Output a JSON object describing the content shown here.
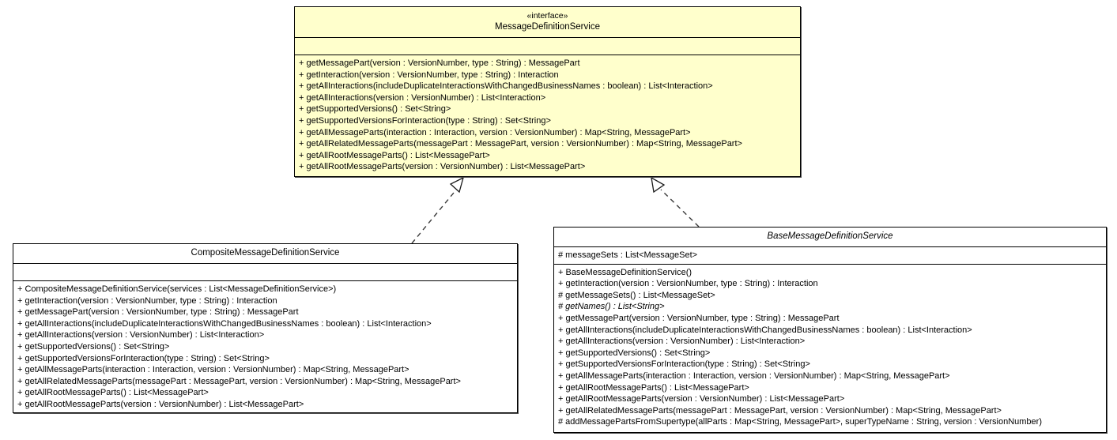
{
  "diagram": {
    "title": "MessageDefinitionService UML class diagram",
    "background": "#ffffff",
    "interface_fill": "#ffffcc",
    "border_color": "#000000",
    "shadow_color": "#4d4d4d",
    "line_style": "dashed",
    "arrow_head": "hollow-triangle",
    "relationship": "realization"
  },
  "interface": {
    "stereotype": "«interface»",
    "name": "MessageDefinitionService",
    "attributes": [],
    "operations": [
      {
        "text": "+ getMessagePart(version : VersionNumber, type : String) : MessagePart",
        "abstract": false
      },
      {
        "text": "+ getInteraction(version : VersionNumber, type : String) : Interaction",
        "abstract": false
      },
      {
        "text": "+ getAllInteractions(includeDuplicateInteractionsWithChangedBusinessNames : boolean) : List<Interaction>",
        "abstract": false
      },
      {
        "text": "+ getAllInteractions(version : VersionNumber) : List<Interaction>",
        "abstract": false
      },
      {
        "text": "+ getSupportedVersions() : Set<String>",
        "abstract": false
      },
      {
        "text": "+ getSupportedVersionsForInteraction(type : String) : Set<String>",
        "abstract": false
      },
      {
        "text": "+ getAllMessageParts(interaction : Interaction, version : VersionNumber) : Map<String, MessagePart>",
        "abstract": false
      },
      {
        "text": "+ getAllRelatedMessageParts(messagePart : MessagePart, version : VersionNumber) : Map<String, MessagePart>",
        "abstract": false
      },
      {
        "text": "+ getAllRootMessageParts() : List<MessagePart>",
        "abstract": false
      },
      {
        "text": "+ getAllRootMessageParts(version : VersionNumber) : List<MessagePart>",
        "abstract": false
      }
    ]
  },
  "composite_class": {
    "stereotype": "",
    "name": "CompositeMessageDefinitionService",
    "abstract": false,
    "attributes": [],
    "operations": [
      {
        "text": "+ CompositeMessageDefinitionService(services : List<MessageDefinitionService>)",
        "abstract": false
      },
      {
        "text": "+ getInteraction(version : VersionNumber, type : String) : Interaction",
        "abstract": false
      },
      {
        "text": "+ getMessagePart(version : VersionNumber, type : String) : MessagePart",
        "abstract": false
      },
      {
        "text": "+ getAllInteractions(includeDuplicateInteractionsWithChangedBusinessNames : boolean) : List<Interaction>",
        "abstract": false
      },
      {
        "text": "+ getAllInteractions(version : VersionNumber) : List<Interaction>",
        "abstract": false
      },
      {
        "text": "+ getSupportedVersions() : Set<String>",
        "abstract": false
      },
      {
        "text": "+ getSupportedVersionsForInteraction(type : String) : Set<String>",
        "abstract": false
      },
      {
        "text": "+ getAllMessageParts(interaction : Interaction, version : VersionNumber) : Map<String, MessagePart>",
        "abstract": false
      },
      {
        "text": "+ getAllRelatedMessageParts(messagePart : MessagePart, version : VersionNumber) : Map<String, MessagePart>",
        "abstract": false
      },
      {
        "text": "+ getAllRootMessageParts() : List<MessagePart>",
        "abstract": false
      },
      {
        "text": "+ getAllRootMessageParts(version : VersionNumber) : List<MessagePart>",
        "abstract": false
      }
    ]
  },
  "base_class": {
    "stereotype": "",
    "name": "BaseMessageDefinitionService",
    "abstract": true,
    "attributes": [
      {
        "text": "# messageSets : List<MessageSet>",
        "abstract": false
      }
    ],
    "operations": [
      {
        "text": "+ BaseMessageDefinitionService()",
        "abstract": false
      },
      {
        "text": "+ getInteraction(version : VersionNumber, type : String) : Interaction",
        "abstract": false
      },
      {
        "text": "# getMessageSets() : List<MessageSet>",
        "abstract": false
      },
      {
        "text": "# getNames() : List<String>",
        "abstract": true
      },
      {
        "text": "+ getMessagePart(version : VersionNumber, type : String) : MessagePart",
        "abstract": false
      },
      {
        "text": "+ getAllInteractions(includeDuplicateInteractionsWithChangedBusinessNames : boolean) : List<Interaction>",
        "abstract": false
      },
      {
        "text": "+ getAllInteractions(version : VersionNumber) : List<Interaction>",
        "abstract": false
      },
      {
        "text": "+ getSupportedVersions() : Set<String>",
        "abstract": false
      },
      {
        "text": "+ getSupportedVersionsForInteraction(type : String) : Set<String>",
        "abstract": false
      },
      {
        "text": "+ getAllMessageParts(interaction : Interaction, version : VersionNumber) : Map<String, MessagePart>",
        "abstract": false
      },
      {
        "text": "+ getAllRootMessageParts() : List<MessagePart>",
        "abstract": false
      },
      {
        "text": "+ getAllRootMessageParts(version : VersionNumber) : List<MessagePart>",
        "abstract": false
      },
      {
        "text": "+ getAllRelatedMessageParts(messagePart : MessagePart, version : VersionNumber) : Map<String, MessagePart>",
        "abstract": false
      },
      {
        "text": "# addMessagePartsFromSupertype(allParts : Map<String, MessagePart>, superTypeName : String, version : VersionNumber)",
        "abstract": false
      }
    ]
  },
  "relations": [
    {
      "name": "composite-realizes-interface",
      "from": "CompositeMessageDefinitionService",
      "to": "MessageDefinitionService",
      "kind": "realization"
    },
    {
      "name": "base-realizes-interface",
      "from": "BaseMessageDefinitionService",
      "to": "MessageDefinitionService",
      "kind": "realization"
    }
  ]
}
